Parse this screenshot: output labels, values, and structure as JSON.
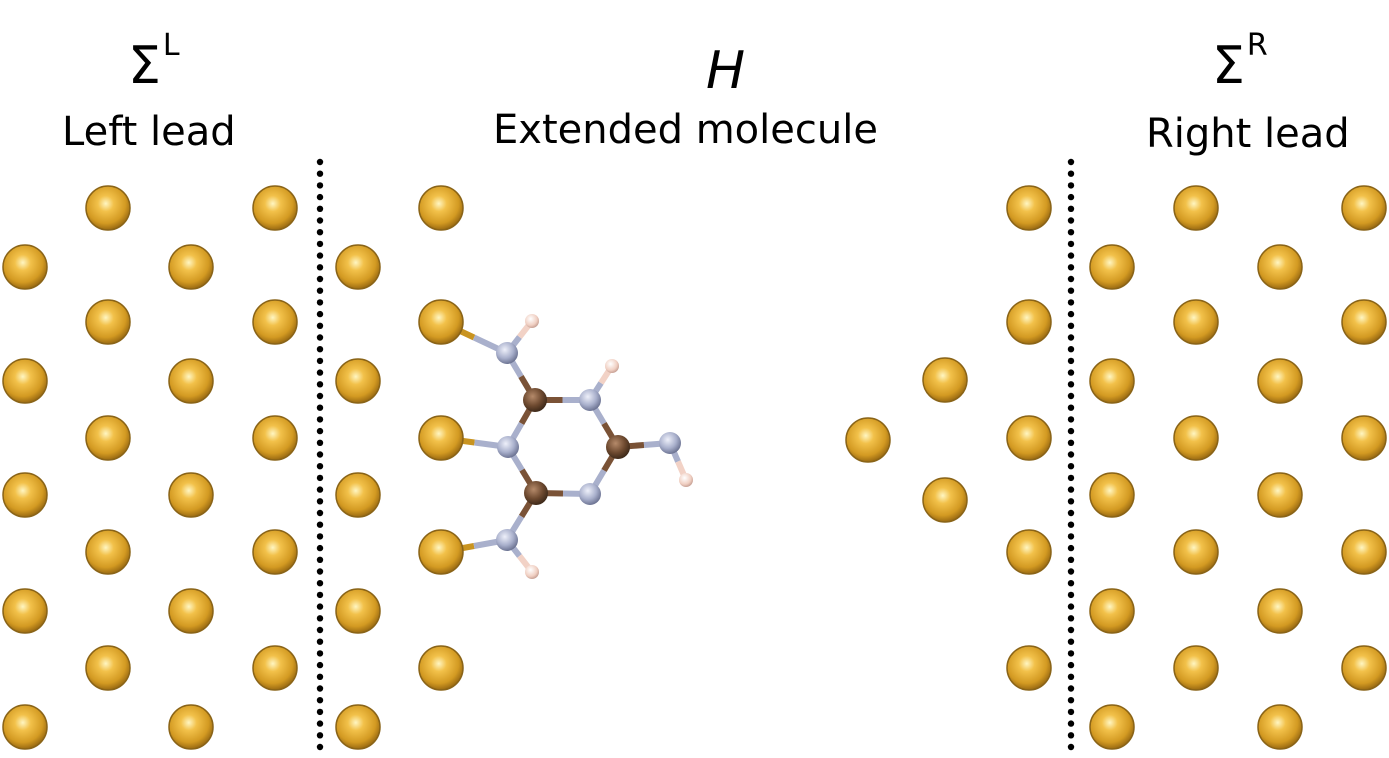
{
  "labels": {
    "left_symbol": "Σ",
    "left_symbol_sup": "L",
    "left_name": "Left lead",
    "center_symbol": "H",
    "center_name": "Extended molecule",
    "right_symbol": "Σ",
    "right_symbol_sup": "R",
    "right_name": "Right lead"
  },
  "colors": {
    "gold": "#d9a12a",
    "gold_light": "#fff2b0",
    "gold_dark": "#8a5f10",
    "nitrogen": "#a9b0cc",
    "carbon": "#7a5236",
    "hydrogen": "#f2d2c6",
    "bond_gold": "#c99420",
    "divider": "#000000"
  }
}
